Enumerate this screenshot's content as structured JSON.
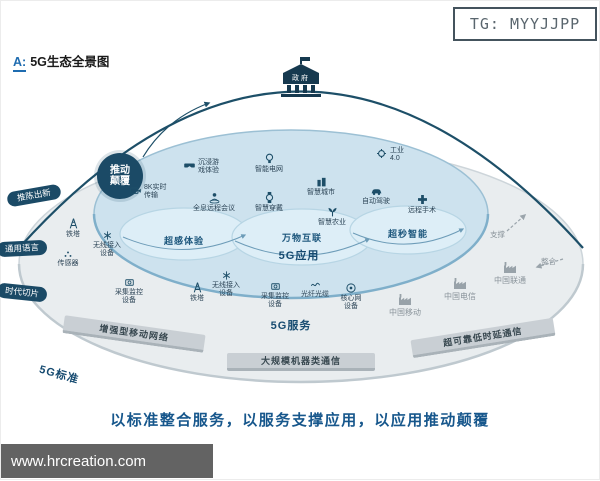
{
  "header": {
    "tg_watermark": "TG: MYYJJPP",
    "title_prefix": "A:",
    "title_text": "5G生态全景图"
  },
  "dome": {
    "government_label": "政府",
    "disrupt_badge_line1": "推动",
    "disrupt_badge_line2": "颠覆",
    "rim_labels": [
      {
        "label": "推陈出新"
      },
      {
        "label": "通用语言"
      },
      {
        "label": "时代切片"
      }
    ]
  },
  "app_layer": {
    "title": "5G应用",
    "zones": [
      {
        "label": "超感体验"
      },
      {
        "label": "万物互联"
      },
      {
        "label": "超秒智能"
      }
    ],
    "items": [
      {
        "label": "沉浸游戏体验",
        "icon": "vr-goggles-icon"
      },
      {
        "label": "智能电网",
        "icon": "lightbulb-icon"
      },
      {
        "label": "工业4.0",
        "icon": "gear-icon"
      },
      {
        "label": "8K实时传输",
        "icon": "video-camera-icon"
      },
      {
        "label": "智慧城市",
        "icon": "city-buildings-icon"
      },
      {
        "label": "自动驾驶",
        "icon": "car-icon"
      },
      {
        "label": "全息远程会议",
        "icon": "hologram-meeting-icon"
      },
      {
        "label": "智慧穿戴",
        "icon": "smartwatch-icon"
      },
      {
        "label": "智慧农业",
        "icon": "plant-icon"
      },
      {
        "label": "远程手术",
        "icon": "medical-cross-icon"
      }
    ]
  },
  "service_layer": {
    "title": "5G服务",
    "items": [
      {
        "label": "铁塔",
        "icon": "tower-icon"
      },
      {
        "label": "无线接入设备",
        "icon": "antenna-icon"
      },
      {
        "label": "传感器",
        "icon": "sensor-dots-icon"
      },
      {
        "label": "采集监控设备",
        "icon": "monitor-camera-icon"
      },
      {
        "label": "铁塔",
        "icon": "tower-icon"
      },
      {
        "label": "无线接入设备",
        "icon": "antenna-icon"
      },
      {
        "label": "采集监控设备",
        "icon": "monitor-camera-icon"
      },
      {
        "label": "光纤光缆",
        "icon": "fiber-cable-icon"
      },
      {
        "label": "核心网设备",
        "icon": "core-network-icon"
      }
    ]
  },
  "carriers": [
    {
      "label": "中国移动",
      "icon": "factory-icon"
    },
    {
      "label": "中国电信",
      "icon": "factory-icon"
    },
    {
      "label": "中国联通",
      "icon": "factory-icon"
    }
  ],
  "annotations": [
    {
      "label": "支撑"
    },
    {
      "label": "整合"
    }
  ],
  "standard_layer": {
    "title": "5G标准",
    "bars": [
      {
        "label": "增强型移动网络"
      },
      {
        "label": "大规模机器类通信"
      },
      {
        "label": "超可靠低时延通信"
      }
    ]
  },
  "footer": {
    "slogan": "以标准整合服务，以服务支撑应用，以应用推动颠覆",
    "site_watermark": "www.hrcreation.com"
  },
  "colors": {
    "navy": "#1b4a66",
    "light_blue_fill": "#cde2ee",
    "platform_gray": "#e9edef",
    "accent_blue": "#1f6cb0",
    "slogan_blue": "#17578c"
  }
}
